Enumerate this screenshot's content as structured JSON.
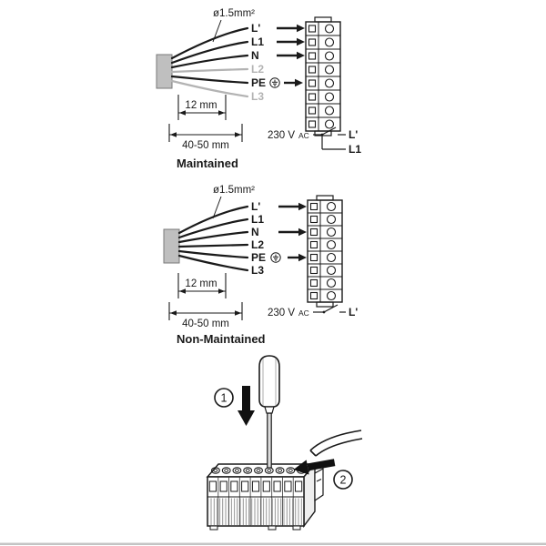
{
  "maintained": {
    "title": "Maintained",
    "wire_size": "ø1.5mm²",
    "wires": [
      "L'",
      "L1",
      "N",
      "L2",
      "PE",
      "L3"
    ],
    "dim_strip": "12 mm",
    "dim_overall": "40-50 mm",
    "supply": "230 V",
    "supply_sub": "AC",
    "line_switched": "L'",
    "line_permanent": "L1"
  },
  "non_maintained": {
    "title": "Non-Maintained",
    "wire_size": "ø1.5mm²",
    "wires": [
      "L'",
      "L1",
      "N",
      "L2",
      "PE",
      "L3"
    ],
    "dim_strip": "12 mm",
    "dim_overall": "40-50 mm",
    "supply": "230 V",
    "supply_sub": "AC",
    "line_switched": "L'"
  },
  "assembly": {
    "step1": "1",
    "step2": "2"
  },
  "icons": {
    "protective_earth": "⏚",
    "step_arrow_down": "▼",
    "step_arrow_left": "◀"
  },
  "colors": {
    "ink": "#1a1a1a",
    "inactive_wire": "#b3b3b3",
    "gland": "#bfbfbf"
  }
}
